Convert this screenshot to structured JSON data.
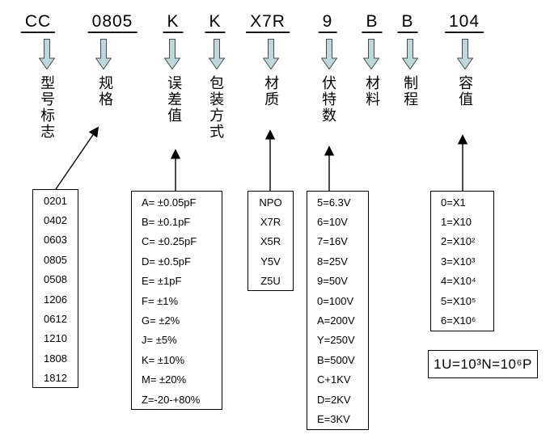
{
  "diagram": {
    "title": "capacitor part number code breakdown",
    "columns": [
      {
        "code": "CC",
        "label": "型号标志"
      },
      {
        "code": "0805",
        "label": "规格"
      },
      {
        "code": "K",
        "label": "误差值"
      },
      {
        "code": "K",
        "label": "包装方式"
      },
      {
        "code": "X7R",
        "label": "材质"
      },
      {
        "code": "9",
        "label": "伏特数"
      },
      {
        "code": "B",
        "label": "材料"
      },
      {
        "code": "B",
        "label": "制程"
      },
      {
        "code": "104",
        "label": "容值"
      }
    ],
    "size_box": {
      "items": [
        "0201",
        "0402",
        "0603",
        "0805",
        "0508",
        "1206",
        "0612",
        "1210",
        "1808",
        "1812"
      ]
    },
    "tolerance_box": {
      "items": [
        "A= ±0.05pF",
        "B= ±0.1pF",
        "C= ±0.25pF",
        "D= ±0.5pF",
        "E= ±1pF",
        "F= ±1%",
        "G= ±2%",
        "J= ±5%",
        "K= ±10%",
        "M= ±20%",
        "Z=-20-+80%"
      ]
    },
    "dielectric_box": {
      "items": [
        "NPO",
        "X7R",
        "X5R",
        "Y5V",
        "Z5U"
      ]
    },
    "voltage_box": {
      "items": [
        "5=6.3V",
        "6=10V",
        "7=16V",
        "8=25V",
        "9=50V",
        "0=100V",
        "A=200V",
        "Y=250V",
        "B=500V",
        "C+1KV",
        "D=2KV",
        "E=3KV"
      ]
    },
    "multiplier_box": {
      "items": [
        "0=X1",
        "1=X10",
        "2=X10²",
        "3=X10³",
        "4=X10⁴",
        "5=X10⁵",
        "6=X10⁶"
      ]
    },
    "unit_note": "1U=10³N=10⁶P",
    "colors": {
      "block_arrow_fill": "#bdd8dc",
      "block_arrow_stroke": "#4a4a4a",
      "line_color": "#000000"
    }
  }
}
